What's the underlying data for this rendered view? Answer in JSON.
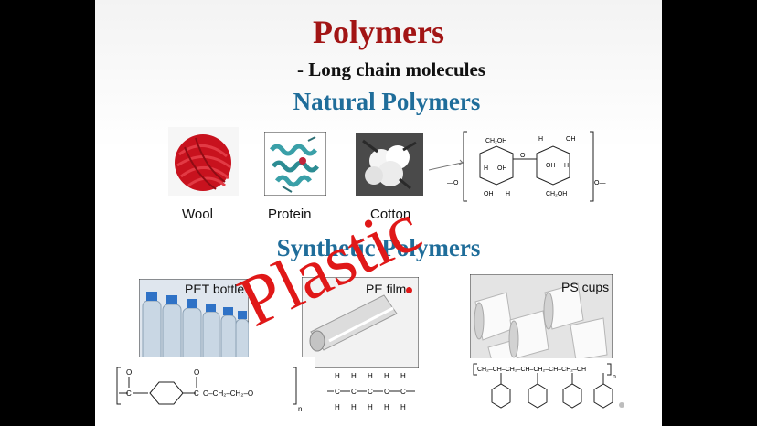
{
  "slide": {
    "title": "Polymers",
    "subtitle": "- Long chain molecules",
    "natural_heading": "Natural Polymers",
    "synthetic_heading": "Synthetic Polymers",
    "natural_items": [
      {
        "caption": "Wool"
      },
      {
        "caption": "Protein"
      },
      {
        "caption": "Cotton"
      }
    ],
    "synthetic_items": [
      {
        "label": "PET bottle"
      },
      {
        "label": "PE film"
      },
      {
        "label": "PS cups"
      }
    ],
    "overlay_text": "Plastic",
    "cellulose": {
      "ch2oh": "CH₂OH",
      "h": "H",
      "oh": "OH",
      "o": "O",
      "ch2oh_b": "CH₂OH"
    },
    "pet": {
      "chain": "O–CH₂–CH₂–O",
      "c": "C",
      "o": "O",
      "n": "n"
    },
    "pe": {
      "h": "H",
      "c": "C"
    },
    "ps": {
      "chain": "CH₂–CH–CH₂–CH–CH₂–CH–CH₂–CH",
      "n": "n"
    }
  },
  "colors": {
    "title": "#a21515",
    "heading": "#1f6d9a",
    "plastic": "#e01818"
  }
}
